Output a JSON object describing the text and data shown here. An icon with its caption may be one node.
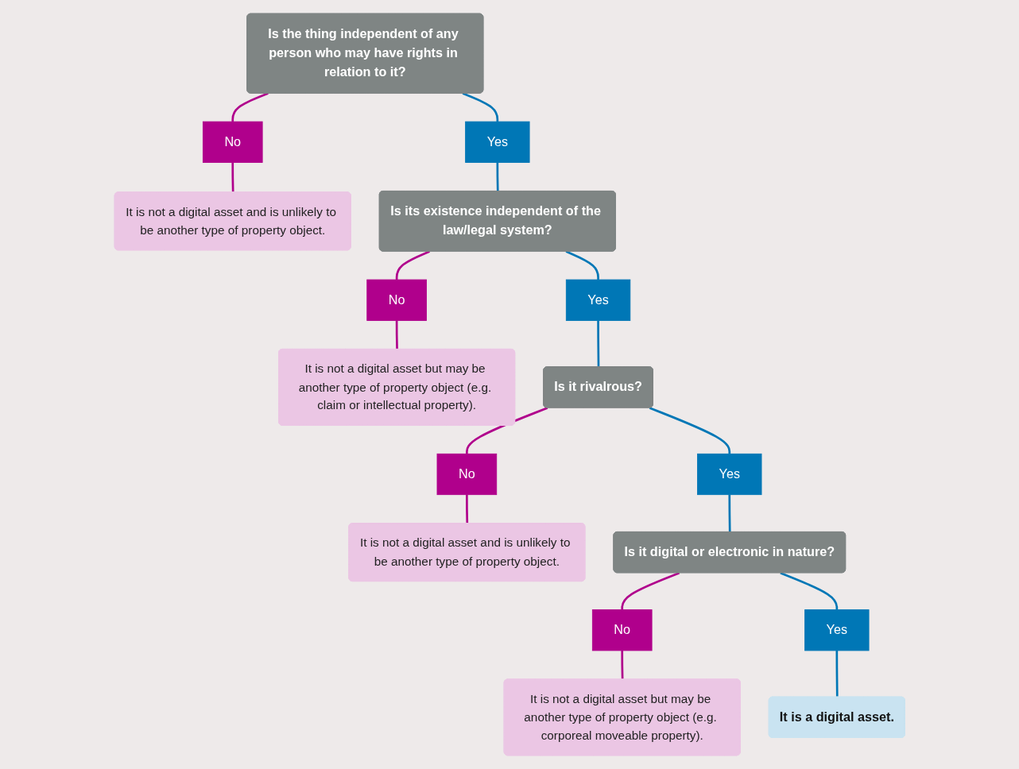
{
  "diagram": {
    "nodes": [
      {
        "text": [
          "Is the thing independent of any person who may have rights in relation to it?"
        ]
      },
      {
        "text": [
          "No"
        ]
      },
      {
        "text": [
          "It is not a digital asset and is unlikely to be another type of property object."
        ]
      },
      {
        "text": [
          "Yes"
        ]
      },
      {
        "text": [
          "Is its existence independent of the law/legal system?"
        ]
      },
      {
        "text": [
          "No"
        ]
      },
      {
        "text": [
          "It is not a digital asset but may be another type of property object (e.g. claim or intellectual property)."
        ]
      },
      {
        "text": [
          "Yes"
        ]
      },
      {
        "text": [
          "Is it rivalrous?"
        ]
      },
      {
        "text": [
          "No"
        ]
      },
      {
        "text": [
          "It is not a digital asset and is unlikely to be another type of property object."
        ]
      },
      {
        "text": [
          "Yes"
        ]
      },
      {
        "text": [
          "Is it digital or electronic in nature?"
        ]
      },
      {
        "text": [
          "No"
        ]
      },
      {
        "text": [
          "It is not a digital asset but may be another type of property object (e.g. corporeal moveable property)."
        ]
      },
      {
        "text": [
          "Yes"
        ]
      },
      {
        "text": [
          "It is a digital asset."
        ]
      }
    ],
    "edges": [
      {
        "from": 0,
        "to": 1,
        "arrow": "none",
        "color": "#b0008c"
      },
      {
        "from": 1,
        "to": 2,
        "arrow": "none",
        "color": "#b0008c"
      },
      {
        "from": 0,
        "to": 3,
        "arrow": "none",
        "color": "#0077b6"
      },
      {
        "from": 3,
        "to": 4,
        "arrow": "none",
        "color": "#0077b6"
      },
      {
        "from": 4,
        "to": 5,
        "arrow": "none",
        "color": "#b0008c"
      },
      {
        "from": 5,
        "to": 6,
        "arrow": "none",
        "color": "#b0008c"
      },
      {
        "from": 4,
        "to": 7,
        "arrow": "none",
        "color": "#0077b6"
      },
      {
        "from": 7,
        "to": 8,
        "arrow": "none",
        "color": "#0077b6"
      },
      {
        "from": 8,
        "to": 9,
        "arrow": "none",
        "color": "#b0008c"
      },
      {
        "from": 9,
        "to": 10,
        "arrow": "none",
        "color": "#b0008c"
      },
      {
        "from": 8,
        "to": 11,
        "arrow": "none",
        "color": "#0077b6"
      },
      {
        "from": 11,
        "to": 12,
        "arrow": "none",
        "color": "#0077b6"
      },
      {
        "from": 12,
        "to": 13,
        "arrow": "none",
        "color": "#b0008c"
      },
      {
        "from": 13,
        "to": 14,
        "arrow": "none",
        "color": "#b0008c"
      },
      {
        "from": 12,
        "to": 15,
        "arrow": "none",
        "color": "#0077b6"
      },
      {
        "from": 15,
        "to": 16,
        "arrow": "none",
        "color": "#0077b6"
      }
    ]
  }
}
